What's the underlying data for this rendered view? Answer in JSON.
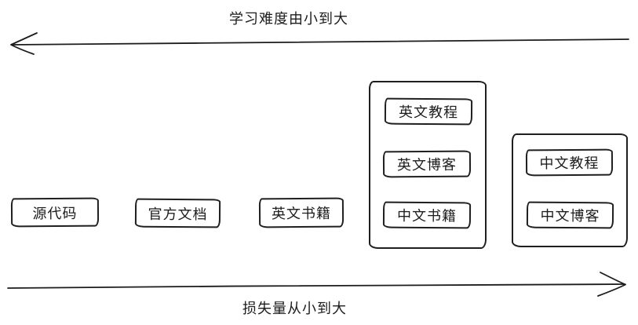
{
  "colors": {
    "ink": "#1c1c1c",
    "background": "#ffffff"
  },
  "axes": {
    "top": {
      "label": "学习难度由小到大",
      "arrow_direction": "left"
    },
    "bottom": {
      "label": "损失量从小到大",
      "arrow_direction": "right"
    }
  },
  "nodes": [
    {
      "id": "source-code",
      "label": "源代码"
    },
    {
      "id": "official-docs",
      "label": "官方文档"
    },
    {
      "id": "english-books",
      "label": "英文书籍"
    }
  ],
  "groups": [
    {
      "id": "group-mid",
      "items": [
        {
          "label": "英文教程"
        },
        {
          "label": "英文博客"
        },
        {
          "label": "中文书籍"
        }
      ]
    },
    {
      "id": "group-right",
      "items": [
        {
          "label": "中文教程"
        },
        {
          "label": "中文博客"
        }
      ]
    }
  ]
}
